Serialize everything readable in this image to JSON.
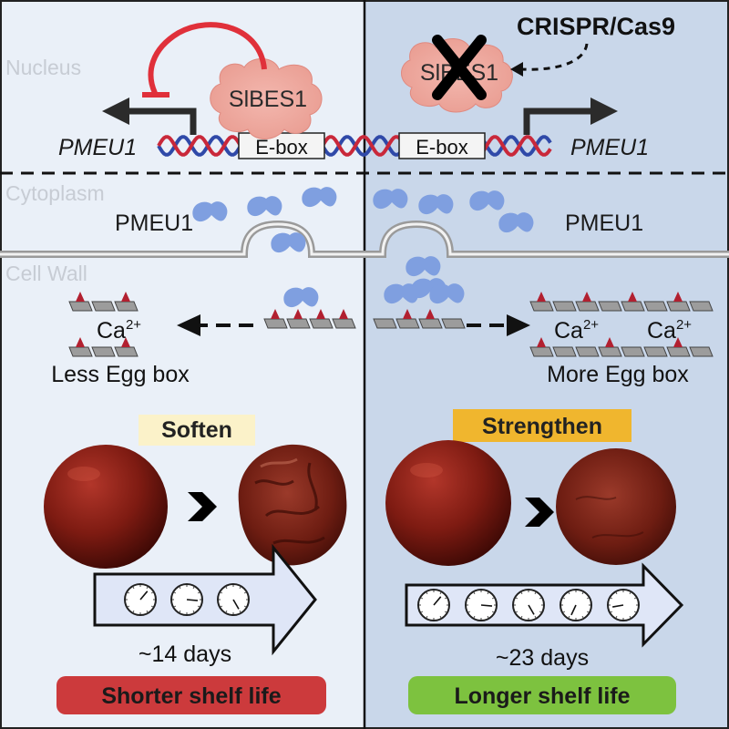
{
  "compartments": {
    "nucleus": "Nucleus",
    "cytoplasm": "Cytoplasm",
    "cell_wall": "Cell Wall"
  },
  "left": {
    "gene_label": "PMEU1",
    "repressor": "SlBES1",
    "ebox": "E-box",
    "protein_label": "PMEU1",
    "calcium": "Ca",
    "calcium_charge": "2+",
    "eggbox_label": "Less Egg box",
    "effect": "Soften",
    "days": "~14 days",
    "shelf_life": "Shorter shelf life",
    "clock_count": 3
  },
  "right": {
    "editor": "CRISPR/Cas9",
    "knocked_out": "SlBES1",
    "gene_label": "PMEU1",
    "ebox": "E-box",
    "protein_label": "PMEU1",
    "calcium": "Ca",
    "calcium_charge": "2+",
    "eggbox_label": "More Egg box",
    "effect": "Strengthen",
    "days": "~23 days",
    "shelf_life": "Longer shelf life",
    "clock_count": 5
  },
  "colors": {
    "left_bg": "#eaf0f8",
    "right_bg": "#c9d7ea",
    "repression": "#e0303a",
    "protein": "#7f9fe0",
    "bes1": "#eeaaa0",
    "soften_badge": "#fbf2c9",
    "strengthen_badge": "#f0b62e",
    "shorter_badge": "#cc3a3c",
    "longer_badge": "#7dc23f",
    "tomato": "#7a1a12"
  }
}
